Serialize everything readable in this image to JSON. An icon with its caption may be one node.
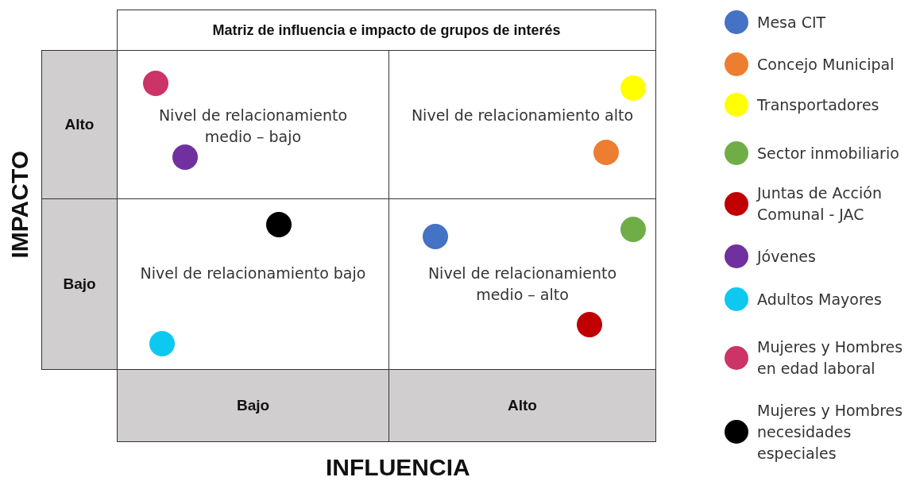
{
  "diagram": {
    "title": "Matriz de influencia e impacto de grupos de interés",
    "nodes": [
      {
        "text": [
          "Nivel de relacionamiento medio – bajo"
        ]
      },
      {
        "text": [
          "Nivel de relacionamiento alto"
        ]
      },
      {
        "text": [
          "Nivel de relacionamiento bajo"
        ]
      },
      {
        "text": [
          "Nivel de relacionamiento medio – alto"
        ]
      },
      {
        "text": [],
        "shape": "circle",
        "in": 0
      },
      {
        "text": [],
        "shape": "circle",
        "in": 0
      },
      {
        "text": [],
        "shape": "circle",
        "in": 1
      },
      {
        "text": [],
        "shape": "circle",
        "in": 1
      },
      {
        "text": [],
        "shape": "circle",
        "in": 2
      },
      {
        "text": [],
        "shape": "circle",
        "in": 2
      },
      {
        "text": [],
        "shape": "circle",
        "in": 3
      },
      {
        "text": [],
        "shape": "circle",
        "in": 3
      },
      {
        "text": [],
        "shape": "circle",
        "in": 3
      }
    ],
    "labels": [
      "Alto",
      "Bajo",
      "Bajo",
      "Alto",
      "IMPACTO",
      "INFLUENCIA"
    ],
    "legend": [
      {
        "text": "Mesa CIT",
        "color": "#4472c4"
      },
      {
        "text": "Concejo Municipal",
        "color": "#ed7d31"
      },
      {
        "text": "Transportadores",
        "color": "#ffff00"
      },
      {
        "text": "Sector inmobiliario",
        "color": "#70ad47"
      },
      {
        "text": "Juntas de Acción Comunal - JAC",
        "color": "#c00000"
      },
      {
        "text": "Jóvenes",
        "color": "#7030a0"
      },
      {
        "text": "Adultos Mayores",
        "color": "#0dc8ef"
      },
      {
        "text": "Mujeres y Hombres en edad laboral",
        "color": "#cc3366"
      },
      {
        "text": "Mujeres y Hombres necesidades especiales",
        "color": "#000000"
      }
    ]
  }
}
